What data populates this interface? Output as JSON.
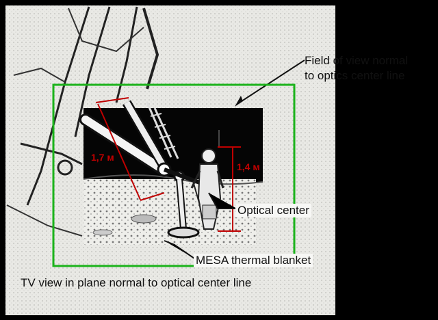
{
  "labels": {
    "field_of_view": [
      "Field of view normal",
      "to optics center line"
    ],
    "optical_center": "Optical center",
    "mesa_blanket": "MESA thermal blanket",
    "tv_view": "TV view in plane normal to optical center line"
  },
  "measurements": {
    "ladder_strut": "1,7 м",
    "astronaut_height": "1,4 м"
  },
  "colors": {
    "frame": "#1bb31b",
    "measure": "#c00000",
    "background": "#000000",
    "paper": "#f2f2ef"
  }
}
